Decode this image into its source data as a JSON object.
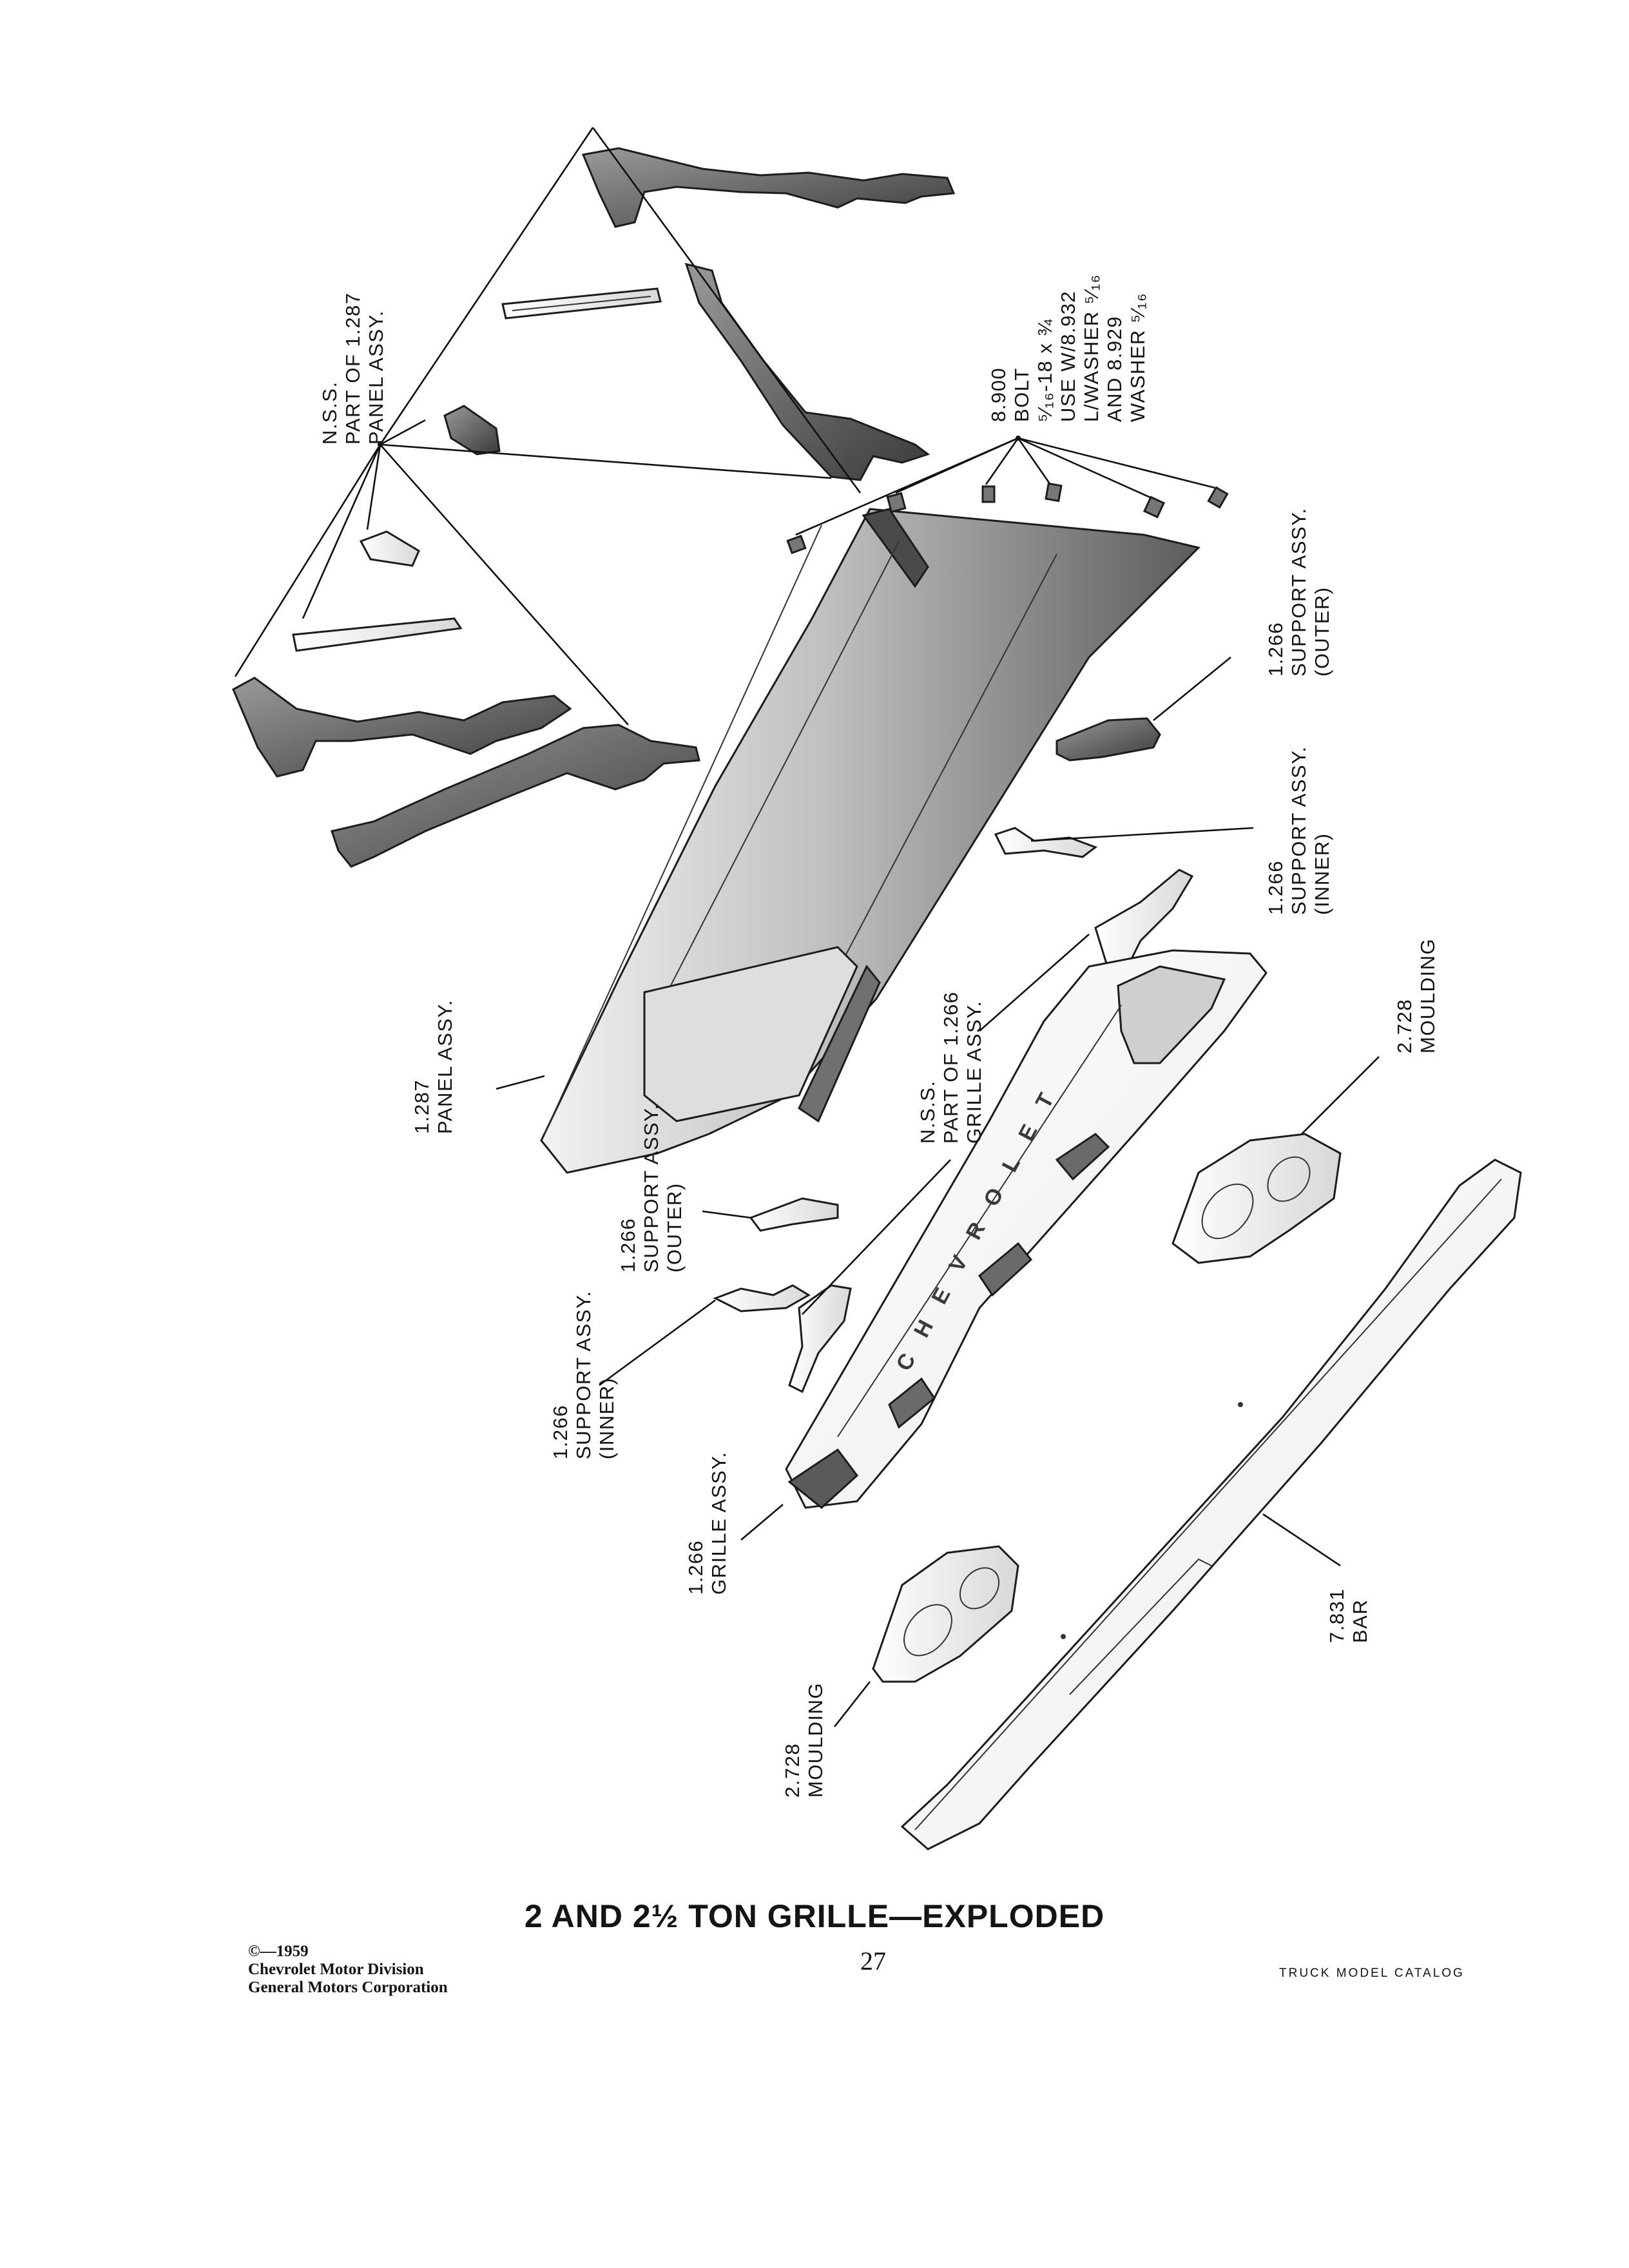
{
  "labels": {
    "nss_panel": [
      "N.S.S.",
      "PART OF 1.287",
      "PANEL ASSY."
    ],
    "bolt": [
      "8.900",
      "BOLT",
      "⁵⁄₁₆-18 x ¾",
      "USE W/8.932",
      "L/WASHER ⁵⁄₁₆",
      "AND 8.929",
      "WASHER ⁵⁄₁₆"
    ],
    "support_outer_right": [
      "1.266",
      "SUPPORT ASSY.",
      "(OUTER)"
    ],
    "support_inner_right": [
      "1.266",
      "SUPPORT ASSY.",
      "(INNER)"
    ],
    "moulding_right": [
      "2.728",
      "MOULDING"
    ],
    "panel_assy": [
      "1.287",
      "PANEL ASSY."
    ],
    "nss_grille": [
      "N.S.S.",
      "PART OF 1.266",
      "GRILLE ASSY."
    ],
    "support_outer_left": [
      "1.266",
      "SUPPORT ASSY.",
      "(OUTER)"
    ],
    "support_inner_left": [
      "1.266",
      "SUPPORT ASSY.",
      "(INNER)"
    ],
    "grille_assy": [
      "1.266",
      "GRILLE ASSY."
    ],
    "bar": [
      "7.831",
      "BAR"
    ],
    "moulding_left": [
      "2.728",
      "MOULDING"
    ]
  },
  "grille_lettering": "CHEVROLET",
  "title": "2 AND 2½ TON GRILLE—EXPLODED",
  "copyright": [
    "©—1959",
    "Chevrolet Motor Division",
    "General Motors Corporation"
  ],
  "page_number": "27",
  "running_footer": "TRUCK MODEL CATALOG"
}
